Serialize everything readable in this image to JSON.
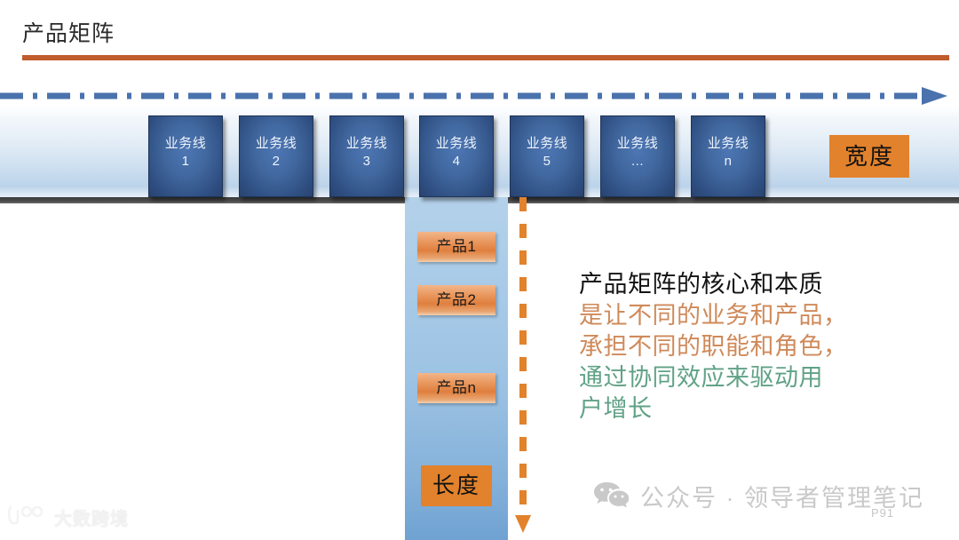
{
  "slide": {
    "title": "产品矩阵",
    "page_number": "P91",
    "accent_orange": "#c05c2e",
    "accent_blue": "#4a72ad",
    "chip_orange": "#e2822c",
    "text_green": "#61a287",
    "text_tan": "#cf8a5a"
  },
  "business_band": {
    "width_label": "宽度",
    "boxes": [
      {
        "name": "业务线",
        "index": "1"
      },
      {
        "name": "业务线",
        "index": "2"
      },
      {
        "name": "业务线",
        "index": "3"
      },
      {
        "name": "业务线",
        "index": "4"
      },
      {
        "name": "业务线",
        "index": "5"
      },
      {
        "name": "业务线",
        "index": "..."
      },
      {
        "name": "业务线",
        "index": "n"
      }
    ]
  },
  "product_column": {
    "length_label": "长度",
    "products": [
      {
        "label": "产品1"
      },
      {
        "label": "产品2"
      },
      {
        "label": "产品n"
      }
    ]
  },
  "callout": {
    "lines": [
      {
        "text": "产品矩阵的核心和本质",
        "style": "black"
      },
      {
        "text": "是让不同的业务和产品，",
        "style": "orange"
      },
      {
        "text": "承担不同的职能和角色，",
        "style": "orange"
      },
      {
        "text": "通过协同效应来驱动用",
        "style": "green"
      },
      {
        "text": "户增长",
        "style": "green"
      }
    ]
  },
  "footer": {
    "wechat_text": "公众号 · 领导者管理笔记",
    "watermark_text": "大数跨境"
  }
}
